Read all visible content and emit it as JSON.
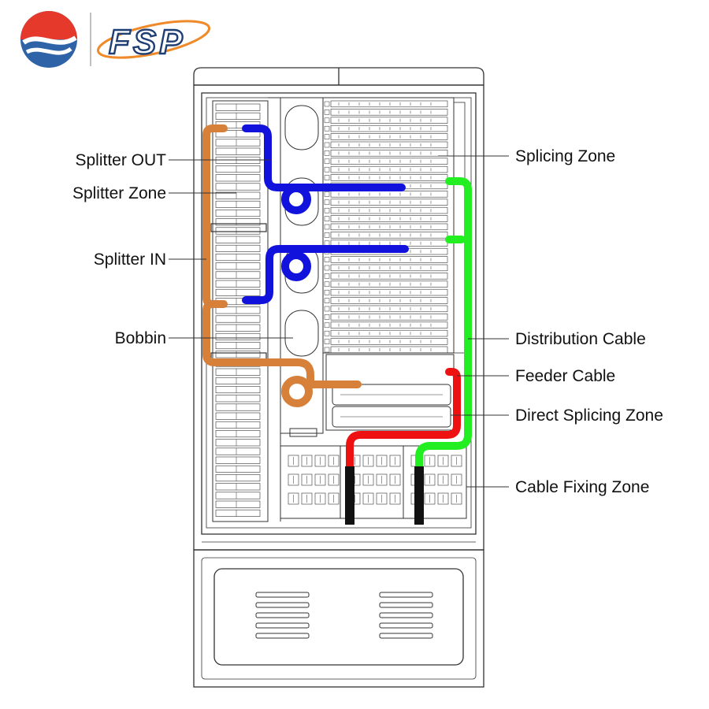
{
  "logo": {
    "brand_text": "FSP",
    "colors": {
      "red": "#e5392b",
      "blue": "#2f63a8",
      "orange": "#ef8a2a",
      "navy": "#1f3e73"
    }
  },
  "labels": {
    "splitter_out": "Splitter OUT",
    "splitter_zone": "Splitter Zone",
    "splitter_in": "Splitter IN",
    "bobbin": "Bobbin",
    "splicing_zone": "Splicing Zone",
    "distribution_cable": "Distribution Cable",
    "feeder_cable": "Feeder Cable",
    "direct_splicing_zone": "Direct Splicing Zone",
    "cable_fixing_zone": "Cable Fixing Zone"
  },
  "cable_colors": {
    "splitter_cable": "#d6803a",
    "patch_cable": "#1212dd",
    "distribution_cable": "#22ee22",
    "feeder_cable": "#ee1111",
    "cable_jacket": "#111111"
  },
  "line_color": "#333333"
}
